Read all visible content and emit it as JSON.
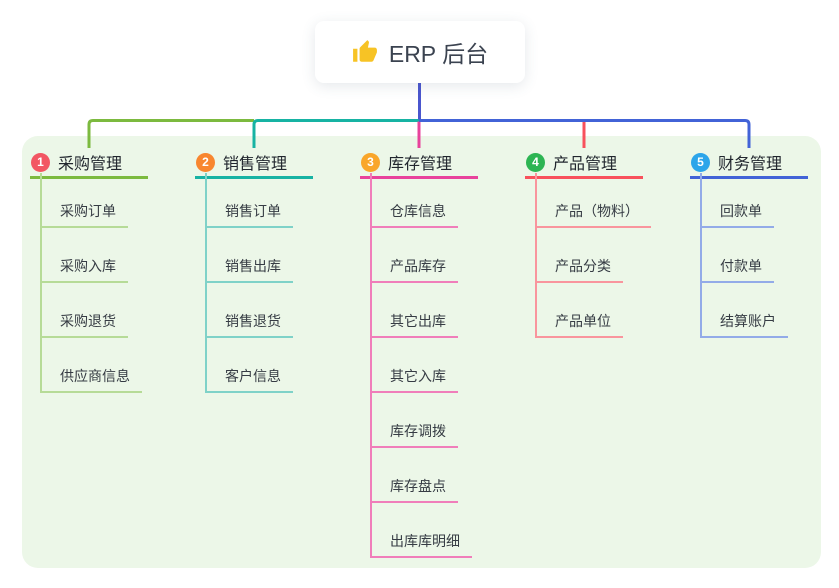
{
  "root": {
    "title": "ERP 后台",
    "icon": "thumbs-up-icon",
    "icon_color": "#f7c325"
  },
  "branches": [
    {
      "number": "1",
      "label": "采购管理",
      "badge_color": "#f25663",
      "line_color": "#7cba3f",
      "item_line_color": "#b6db97",
      "items": [
        "采购订单",
        "采购入库",
        "采购退货",
        "供应商信息"
      ]
    },
    {
      "number": "2",
      "label": "销售管理",
      "badge_color": "#f8862f",
      "line_color": "#17b3a3",
      "item_line_color": "#7fd2c8",
      "items": [
        "销售订单",
        "销售出库",
        "销售退货",
        "客户信息"
      ]
    },
    {
      "number": "3",
      "label": "库存管理",
      "badge_color": "#f9a62a",
      "line_color": "#e8439c",
      "item_line_color": "#f07eba",
      "items": [
        "仓库信息",
        "产品库存",
        "其它出库",
        "其它入库",
        "库存调拨",
        "库存盘点",
        "出库库明细"
      ]
    },
    {
      "number": "4",
      "label": "产品管理",
      "badge_color": "#2db553",
      "line_color": "#f8515c",
      "item_line_color": "#f9959d",
      "items": [
        "产品（物料）",
        "产品分类",
        "产品单位"
      ]
    },
    {
      "number": "5",
      "label": "财务管理",
      "badge_color": "#2ca5ea",
      "line_color": "#4263d7",
      "item_line_color": "#93abe8",
      "items": [
        "回款单",
        "付款单",
        "结算账户"
      ]
    }
  ],
  "colors": {
    "canvas_bg": "#ffffff",
    "panel_bg": "#ecf7e8",
    "root_line": "#4a56ce"
  }
}
